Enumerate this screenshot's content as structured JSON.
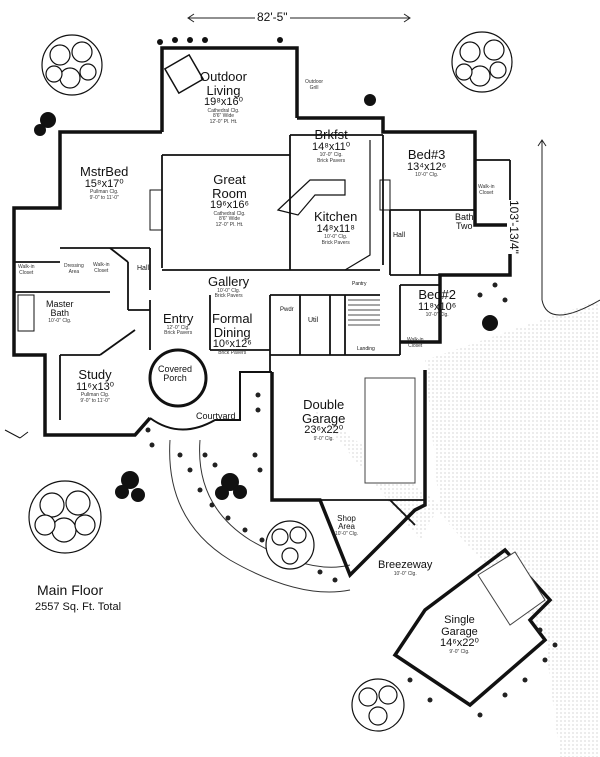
{
  "overall_width": "82'-5\"",
  "overall_depth": "103'-13/4\"",
  "caption": {
    "title": "Main Floor",
    "area": "2557 Sq. Ft. Total"
  },
  "rooms": {
    "outdoor_living": {
      "name": "Outdoor\nLiving",
      "dims": "19⁸x16⁰",
      "notes": "Cathedral Clg.\n8'6\" Wide\n12'-0\" Pl. Ht."
    },
    "mstr_bed": {
      "name": "MstrBed",
      "dims": "15⁸x17⁰",
      "notes": "Pullman Clg.\n9'-0\" to 11'-0\""
    },
    "great_room": {
      "name": "Great\nRoom",
      "dims": "19⁶x16⁶",
      "notes": "Cathedral Clg.\n8'6\" Wide\n12'-0\" Pl. Ht."
    },
    "brkfst": {
      "name": "Brkfst",
      "dims": "14⁸x11⁰",
      "notes": "10'-0\" Clg.\nBrick Pavers"
    },
    "kitchen": {
      "name": "Kitchen",
      "dims": "14⁸x11⁸",
      "notes": "10'-0\" Clg.\nBrick Pavers"
    },
    "bed3": {
      "name": "Bed#3",
      "dims": "13⁴x12⁶",
      "notes": "10'-0\" Clg."
    },
    "bath_two": {
      "name": "Bath\nTwo",
      "notes": ""
    },
    "bed2": {
      "name": "Bed#2",
      "dims": "11⁸x10⁶",
      "notes": "10'-0\" Clg."
    },
    "gallery": {
      "name": "Gallery",
      "notes": "10'-0\" Clg.\nBrick Pavers"
    },
    "hall_left": {
      "name": "Hall"
    },
    "hall_right": {
      "name": "Hall"
    },
    "entry": {
      "name": "Entry",
      "notes": "12'-0\" Clg.\nBrick Pavers"
    },
    "formal_dining": {
      "name": "Formal\nDining",
      "dims": "10⁶x12⁶",
      "notes": "Brick Pavers"
    },
    "covered_porch": {
      "name": "Covered\nPorch"
    },
    "study": {
      "name": "Study",
      "dims": "11⁶x13⁰",
      "notes": "Pullman Clg.\n9'-0\" to 11'-0\""
    },
    "master_bath": {
      "name": "Master\nBath",
      "notes": "10'-0\" Clg."
    },
    "courtyard": {
      "name": "Courtyard"
    },
    "double_garage": {
      "name": "Double\nGarage",
      "dims": "23⁶x22⁰",
      "notes": "9'-0\" Clg."
    },
    "shop_area": {
      "name": "Shop\nArea",
      "notes": "10'-0\" Clg."
    },
    "breezeway": {
      "name": "Breezeway",
      "notes": "10'-0\" Clg."
    },
    "single_garage": {
      "name": "Single\nGarage",
      "dims": "14⁶x22⁰",
      "notes": "9'-0\" Clg."
    },
    "util": {
      "name": "Util"
    },
    "pwdr": {
      "name": "Pwdr"
    },
    "pantry": {
      "name": "Pantry"
    },
    "landing": {
      "name": "Landing"
    },
    "dressing_area": {
      "name": "Dressing\nArea"
    },
    "walkin_closet_1": {
      "name": "Walk-in\nCloset"
    },
    "walkin_closet_2": {
      "name": "Walk-in\nCloset"
    },
    "walkin_closet_3": {
      "name": "Walk-in\nCloset"
    },
    "walkin_closet_4": {
      "name": "Walk-in\nCloset"
    },
    "outdoor_grill": {
      "name": "Outdoor\nGrill"
    }
  }
}
